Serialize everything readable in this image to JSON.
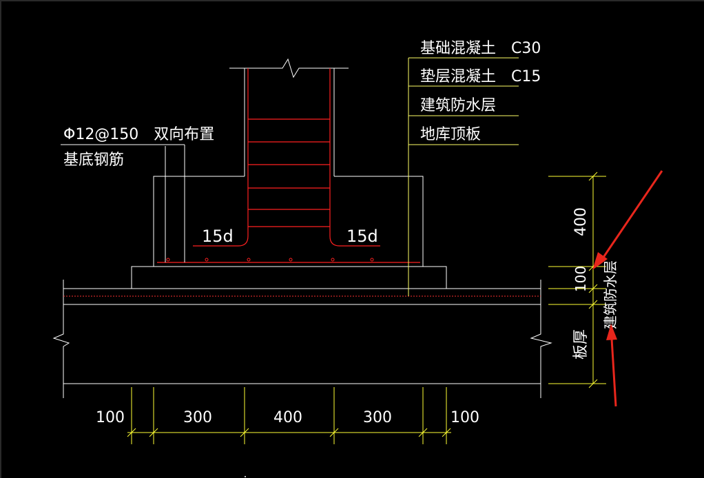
{
  "drawing": {
    "legend": [
      "基础混凝土　C30",
      "垫层混凝土　C15",
      "建筑防水层",
      "地库顶板"
    ],
    "rebar_spec": "Φ12@150　双向布置",
    "rebar_name": "基底钢筋",
    "hook_left": "15d",
    "hook_right": "15d",
    "dim_right": {
      "top": "400",
      "mid": "100",
      "slab": "板厚",
      "waterproof": "建筑防水层"
    },
    "dim_bottom": [
      "100",
      "300",
      "400",
      "300",
      "100"
    ]
  },
  "colors": {
    "background": "#000000",
    "outline": "#ffffff",
    "rebar": "#ff2020",
    "leader": "#ffff66",
    "dimension": "#ffff33",
    "annotation_arrow": "#e8261c"
  }
}
